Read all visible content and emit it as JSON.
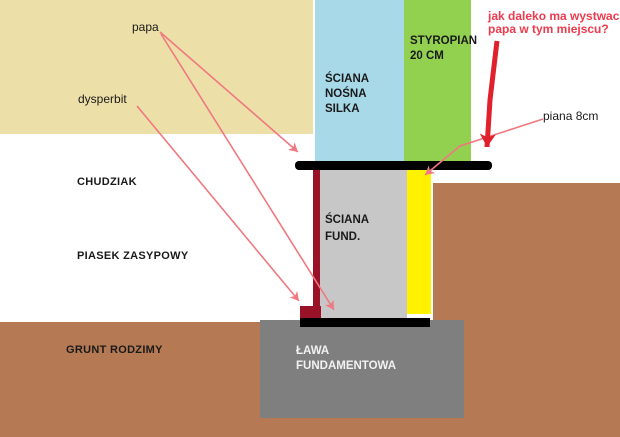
{
  "diagram": {
    "annotations": {
      "papa": "papa",
      "dysperbit": "dysperbit",
      "piana": "piana 8cm",
      "question_line1": "jak daleko ma wystwac",
      "question_line2": "papa w tym miejscu?"
    },
    "layers": {
      "chudziak": "CHUDZIAK",
      "piasek": "PIASEK ZASYPOWY",
      "grunt": "GRUNT RODZIMY",
      "sciana_nosna_1": "ŚCIANA",
      "sciana_nosna_2": "NOŚNA",
      "sciana_nosna_3": "SILKA",
      "styropian_1": "STYROPIAN",
      "styropian_2": "20 CM",
      "sciana_fund_1": "ŚCIANA",
      "sciana_fund_2": "FUND.",
      "lawa_1": "ŁAWA",
      "lawa_2": "FUNDAMENTOWA"
    },
    "colors": {
      "silka_blue": "#a8d9e9",
      "styropian_green": "#92d050",
      "chudziak_purple": "#b9aede",
      "piasek_beige": "#ecdfa7",
      "grunt_brown": "#b57954",
      "wall_gray": "#c7c7c7",
      "lawa_gray": "#7f7f7f",
      "piana_yellow": "#fff200",
      "dysperbit_darkred": "#9a1228",
      "papa_black": "#000000",
      "annotation_pink": "#f07880",
      "annotation_red": "#e0202a",
      "question_red": "#ee3a4d"
    }
  }
}
